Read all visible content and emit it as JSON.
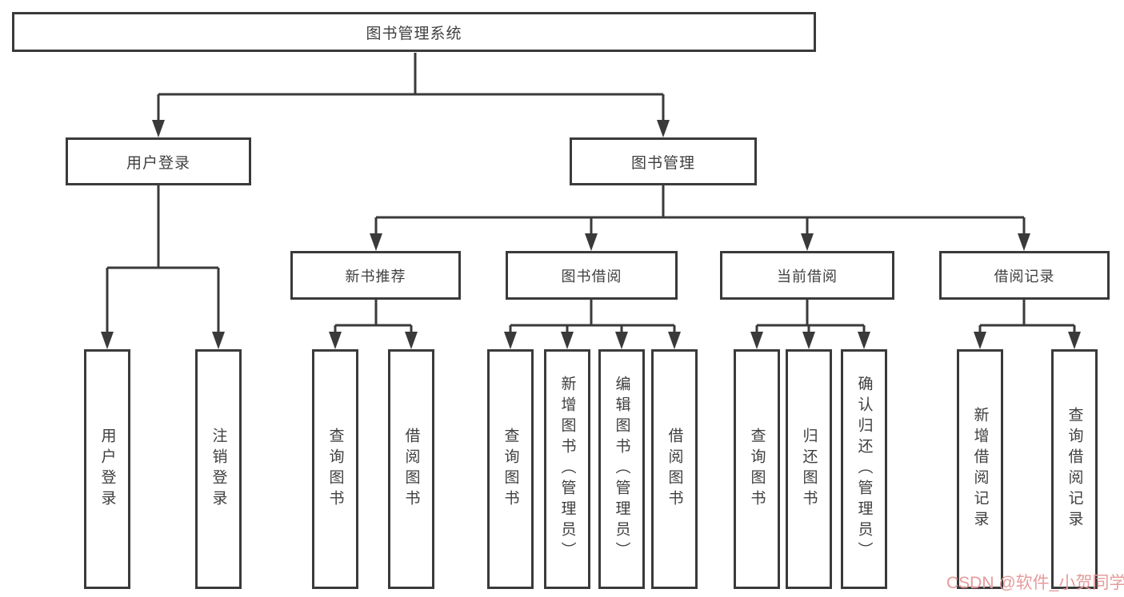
{
  "diagram_title": "图书管理系统",
  "tree": {
    "root": {
      "label": "图书管理系统"
    },
    "branches": [
      {
        "label": "用户登录",
        "children_labels": [
          "用户登录",
          "注销登录"
        ]
      },
      {
        "label": "图书管理",
        "children": [
          {
            "label": "新书推荐",
            "children_labels": [
              "查询图书",
              "借阅图书"
            ]
          },
          {
            "label": "图书借阅",
            "children_labels": [
              "查询图书",
              "新增图书（管理员）",
              "编辑图书（管理员）",
              "借阅图书"
            ]
          },
          {
            "label": "当前借阅",
            "children_labels": [
              "查询图书",
              "归还图书",
              "确认归还（管理员）"
            ]
          },
          {
            "label": "借阅记录",
            "children_labels": [
              "新增借阅记录",
              "查询借阅记录"
            ]
          }
        ]
      }
    ]
  },
  "watermark": {
    "text": "CSDN @软件_小贺同学",
    "color": "#e59b9b"
  },
  "colors": {
    "line": "#3a3a3a",
    "box_border": "#3a3a3a",
    "text": "#3f3f3f",
    "background": "#ffffff"
  }
}
